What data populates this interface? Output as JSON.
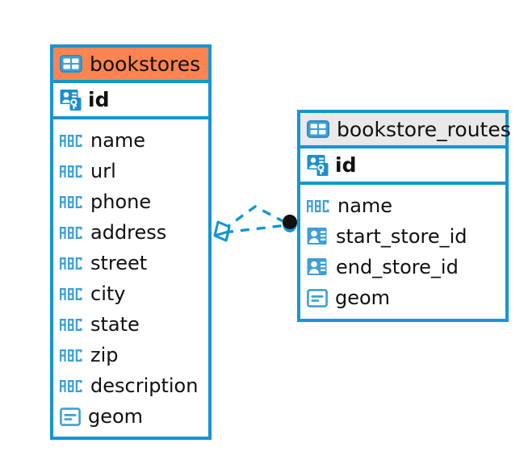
{
  "diagram": {
    "type": "entity-relationship-diagram",
    "background_color": "#ffffff",
    "accent_color": "#1595d3",
    "highlight_color": "#fd8450"
  },
  "tables": [
    {
      "name": "bookstores",
      "header_icon": "table-icon",
      "header_color": "#fd8450",
      "primary_key": {
        "label": "id",
        "icon": "primary-key-icon"
      },
      "fields": [
        {
          "label": "name",
          "icon": "text-type-icon",
          "type": "ABC"
        },
        {
          "label": "url",
          "icon": "text-type-icon",
          "type": "ABC"
        },
        {
          "label": "phone",
          "icon": "text-type-icon",
          "type": "ABC"
        },
        {
          "label": "address",
          "icon": "text-type-icon",
          "type": "ABC"
        },
        {
          "label": "street",
          "icon": "text-type-icon",
          "type": "ABC"
        },
        {
          "label": "city",
          "icon": "text-type-icon",
          "type": "ABC"
        },
        {
          "label": "state",
          "icon": "text-type-icon",
          "type": "ABC"
        },
        {
          "label": "zip",
          "icon": "text-type-icon",
          "type": "ABC"
        },
        {
          "label": "description",
          "icon": "text-type-icon",
          "type": "ABC"
        },
        {
          "label": "geom",
          "icon": "geometry-type-icon",
          "type": "GEOM"
        }
      ]
    },
    {
      "name": "bookstore_routes",
      "header_icon": "table-icon",
      "header_color": "#e9e9e9",
      "primary_key": {
        "label": "id",
        "icon": "primary-key-icon"
      },
      "fields": [
        {
          "label": "name",
          "icon": "text-type-icon",
          "type": "ABC"
        },
        {
          "label": "start_store_id",
          "icon": "foreign-key-icon",
          "type": "FK"
        },
        {
          "label": "end_store_id",
          "icon": "foreign-key-icon",
          "type": "FK"
        },
        {
          "label": "geom",
          "icon": "geometry-type-icon",
          "type": "GEOM"
        }
      ]
    }
  ],
  "relationship": {
    "from_table": "bookstores",
    "to_table": "bookstore_routes",
    "line_style": "dashed",
    "line_color": "#1595d3",
    "source_endpoint": "diamond-endpoint",
    "target_endpoint": "filled-circle-endpoint",
    "target_endpoint_color": "#10100f"
  },
  "labels": {
    "abc_glyph": "ABC"
  }
}
